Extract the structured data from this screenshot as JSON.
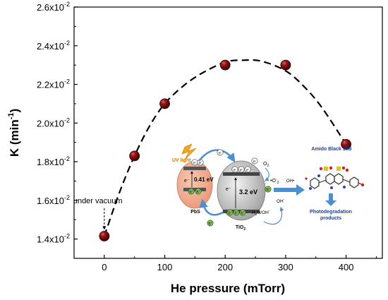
{
  "chart_data": {
    "type": "scatter",
    "xlabel": "He pressure (mTorr)",
    "ylabel_base": "K (min",
    "ylabel_exp": "-1",
    "ylabel_close": ")",
    "xlim": [
      -50,
      460
    ],
    "ylim": [
      1.3,
      2.6
    ],
    "y_exponent": "-2",
    "x_ticks": [
      0,
      100,
      200,
      300,
      400
    ],
    "y_ticks": [
      "1.4",
      "1.6",
      "1.8",
      "2.0",
      "2.2",
      "2.4",
      "2.6"
    ],
    "points": [
      {
        "x": 0,
        "y": 1.415
      },
      {
        "x": 50,
        "y": 1.83
      },
      {
        "x": 100,
        "y": 2.1
      },
      {
        "x": 200,
        "y": 2.3
      },
      {
        "x": 300,
        "y": 2.3
      },
      {
        "x": 400,
        "y": 1.89
      }
    ],
    "fit_curve": {
      "style": "dashed",
      "x": [
        0,
        25,
        50,
        75,
        100,
        130,
        160,
        200,
        230,
        260,
        300,
        330,
        360,
        400
      ],
      "y": [
        1.415,
        1.64,
        1.83,
        1.985,
        2.1,
        2.19,
        2.255,
        2.315,
        2.325,
        2.32,
        2.27,
        2.19,
        2.08,
        1.89
      ]
    },
    "annotation": {
      "text": "under vacuum",
      "x": 0,
      "y": 1.57
    },
    "marker_color": "#8b0f0f",
    "inset": {
      "uv_label": "UV light",
      "e_pbs": "e⁻",
      "h_pbs": "h⁺",
      "gap_pbs": "0.41 eV",
      "label_pbs": "PbS",
      "e_tio2": "e⁻",
      "gap_tio2": "3.2 eV",
      "label_tio2": "TiO",
      "label_tio2_sub": "2",
      "o2": "O",
      "o2_sub": "2",
      "o2_rad": "•O",
      "o2_rad_sup": "-",
      "o2_rad_sub": "2",
      "oh_rad": "OH•",
      "h2o": "H",
      "h2o_sub": "2",
      "h2o_rest": "O/OH",
      "h2o_sup": "-",
      "oh_minus": "OH",
      "oh_minus_sup": "-",
      "e_glyph": "e",
      "h_glyph": "h",
      "dye_name": "Amido Black 10B",
      "product_line1": "Photodegradation",
      "product_line2": "products"
    }
  }
}
